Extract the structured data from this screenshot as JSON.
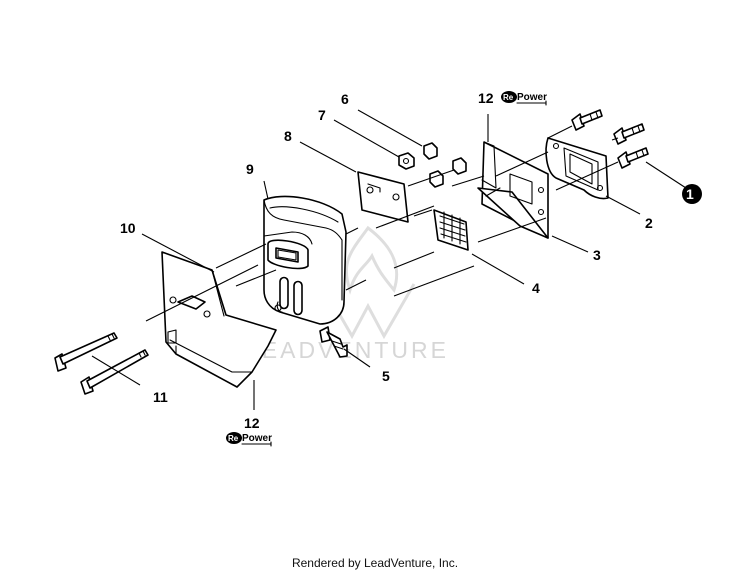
{
  "diagram": {
    "callouts": {
      "c1": "1",
      "c2": "2",
      "c3": "3",
      "c4": "4",
      "c5": "5",
      "c6": "6",
      "c7": "7",
      "c8": "8",
      "c9": "9",
      "c10": "10",
      "c11": "11",
      "c12_top": "12",
      "c12_bottom": "12"
    },
    "repower_logo": {
      "mark": "Re",
      "word": "Power"
    },
    "watermark": "LEADVENTURE"
  },
  "footer": {
    "credit": "Rendered by LeadVenture, Inc."
  }
}
